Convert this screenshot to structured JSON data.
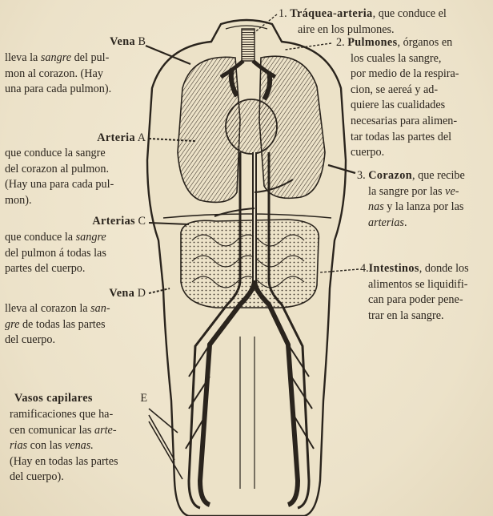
{
  "left": {
    "vena_b": {
      "name": "Vena",
      "letter": "B",
      "t1": "lleva la ",
      "i1": "sangre",
      "t2": " del pul-",
      "l2": "mon al corazon. (Hay",
      "l3": "una para cada pulmon)."
    },
    "arteria_a": {
      "name": "Arteria",
      "letter": "A",
      "l1": "que conduce la sangre",
      "l2": "del corazon al pulmon.",
      "l3": "(Hay una para cada pul-",
      "l4": "mon)."
    },
    "arterias_c": {
      "name": "Arterias",
      "letter": "C",
      "t1": "que conduce la ",
      "i1": "sangre",
      "l2": "del pulmon á todas las",
      "l3": "partes del cuerpo."
    },
    "vena_d": {
      "name": "Vena",
      "letter": "D",
      "t1": "lleva al corazon la ",
      "i1": "san-",
      "i2": "gre",
      "t2": " de todas las partes",
      "l3": "del cuerpo."
    },
    "vasos": {
      "name": "Vasos capilares",
      "letter": "E",
      "l1": "ramificaciones que ha-",
      "t1": "cen comunicar las ",
      "i1": "arte-",
      "i2": "rias",
      "t2": " con las ",
      "i3": "venas.",
      "l4": "(Hay en todas las partes",
      "l5": "del cuerpo)."
    }
  },
  "right": {
    "traquea": {
      "num": "1.",
      "name": "Tráquea-arteria",
      "t1": ", que conduce el",
      "l2": "aire en los pulmones."
    },
    "pulmones": {
      "num": "2.",
      "name": "Pulmones",
      "t1": ", órganos en",
      "l2": "los cuales la sangre,",
      "l3": "por medio de la respira-",
      "l4": "cion, se aereá y ad-",
      "l5": "quiere las cualidades",
      "l6": "necesarias para alimen-",
      "l7": "tar todas las partes del",
      "l8": "cuerpo."
    },
    "corazon": {
      "num": "3.",
      "name": "Corazon",
      "t1": ", que recibe",
      "t2": "la sangre por las ",
      "i1": "ve-",
      "i2": "nas",
      "t3": " y la lanza por las",
      "i3": "arterias",
      "t4": "."
    },
    "intestinos": {
      "num": "4.",
      "name": "Intestinos",
      "t1": ", donde los",
      "l2": "alimentos se liquidifi-",
      "l3": "can para poder pene-",
      "l4": "trar en la sangre."
    }
  },
  "colors": {
    "paper": "#efe6cf",
    "ink": "#2a241d"
  }
}
